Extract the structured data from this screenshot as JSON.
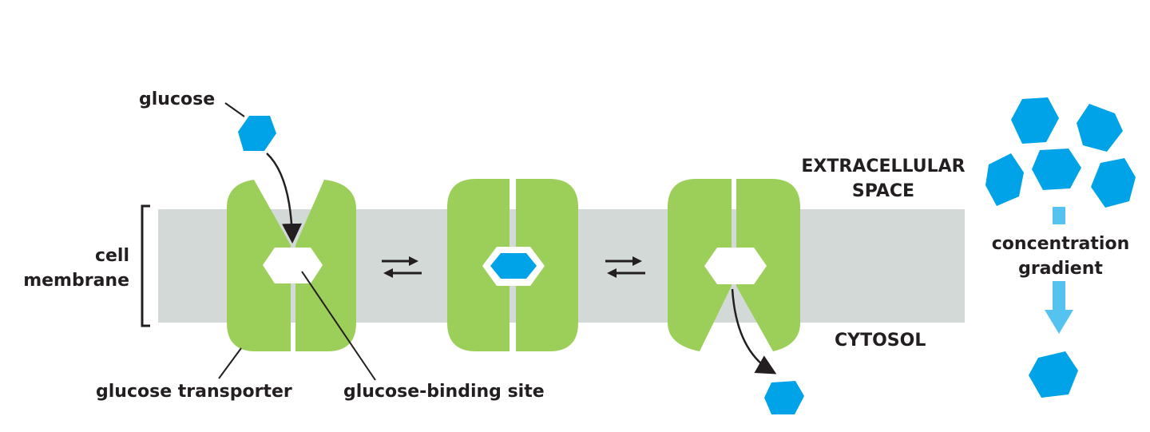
{
  "labels": {
    "glucose": "glucose",
    "cell_membrane_line1": "cell",
    "cell_membrane_line2": "membrane",
    "glucose_transporter": "glucose transporter",
    "glucose_binding_site": "glucose-binding site",
    "extracellular_line1": "EXTRACELLULAR",
    "extracellular_line2": "SPACE",
    "cytosol": "CYTOSOL",
    "gradient_line1": "concentration",
    "gradient_line2": "gradient"
  },
  "colors": {
    "membrane": "#d2d9d6",
    "transporter": "#9ccf59",
    "glucose": "#00a3e8",
    "gradient_arrow": "#55c3f0",
    "text": "#231f20"
  },
  "icons": {
    "glucose_molecule": "blue-hexagon-icon",
    "equilibrium": "reversible-arrows-icon",
    "gradient": "downward-arrow-icon"
  }
}
